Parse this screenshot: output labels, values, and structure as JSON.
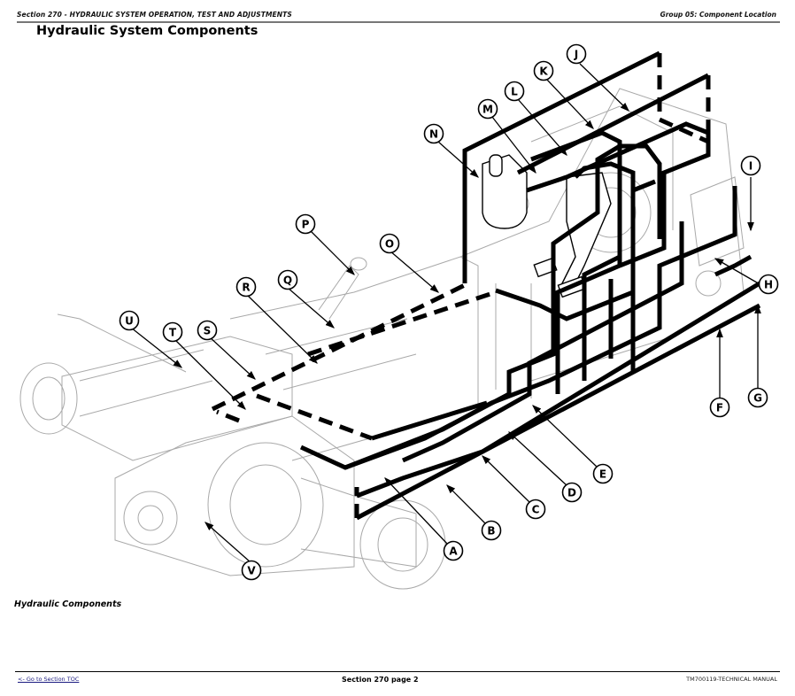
{
  "header": {
    "section": "Section 270 - HYDRAULIC SYSTEM OPERATION, TEST AND ADJUSTMENTS",
    "group": "Group 05: Component Location"
  },
  "page_title": "Hydraulic System Components",
  "figure": {
    "caption": "Hydraulic Components",
    "callouts": [
      "A",
      "B",
      "C",
      "D",
      "E",
      "F",
      "G",
      "H",
      "I",
      "J",
      "K",
      "L",
      "M",
      "N",
      "O",
      "P",
      "Q",
      "R",
      "S",
      "T",
      "U",
      "V"
    ]
  },
  "footer": {
    "toc_link": "<- Go to Section TOC",
    "page_label": "Section 270 page 2",
    "manual_id": "TM700119-TECHNICAL MANUAL"
  }
}
